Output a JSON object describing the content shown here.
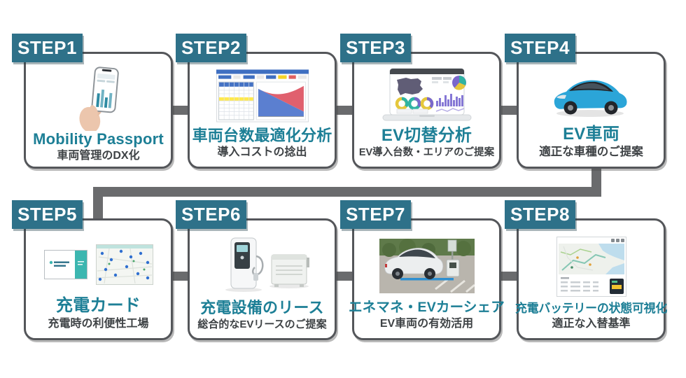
{
  "page": {
    "background": "#ffffff",
    "description": "8-step EV introduction process flow"
  },
  "colors": {
    "step_badge": "#2e7189",
    "title_text": "#1d7f96",
    "subtitle_text": "#3e4245",
    "card_border": "#54565a",
    "connector": "#6a6b6d"
  },
  "steps": [
    {
      "label": "STEP1",
      "title": "Mobility Passport",
      "subtitle": "車両管理のDX化",
      "image": "hand-holding-smartphone-app"
    },
    {
      "label": "STEP2",
      "title": "車両台数最適化分析",
      "subtitle": "導入コストの捻出",
      "image": "fleet-optimization-spreadsheet-chart"
    },
    {
      "label": "STEP3",
      "title": "EV切替分析",
      "subtitle": "EV導入台数・エリアのご提案",
      "image": "laptop-analytics-dashboard"
    },
    {
      "label": "STEP4",
      "title": "EV車両",
      "subtitle": "適正な車種のご提案",
      "image": "blue-ev-hatchback-car"
    },
    {
      "label": "STEP5",
      "title": "充電カード",
      "subtitle": "充電時の利便性工場",
      "image": "charging-card-and-charger-map"
    },
    {
      "label": "STEP6",
      "title": "充電設備のリース",
      "subtitle": "総合的なEVリースのご提案",
      "image": "ev-charging-equipment"
    },
    {
      "label": "STEP7",
      "title": "エネマネ・EVカーシェア",
      "subtitle": "EV車両の有効活用",
      "image": "ev-carshare-parking-photo"
    },
    {
      "label": "STEP8",
      "title": "充電バッテリーの状態可視化",
      "subtitle": "適正な入替基準",
      "image": "battery-status-map-dashboard"
    }
  ]
}
